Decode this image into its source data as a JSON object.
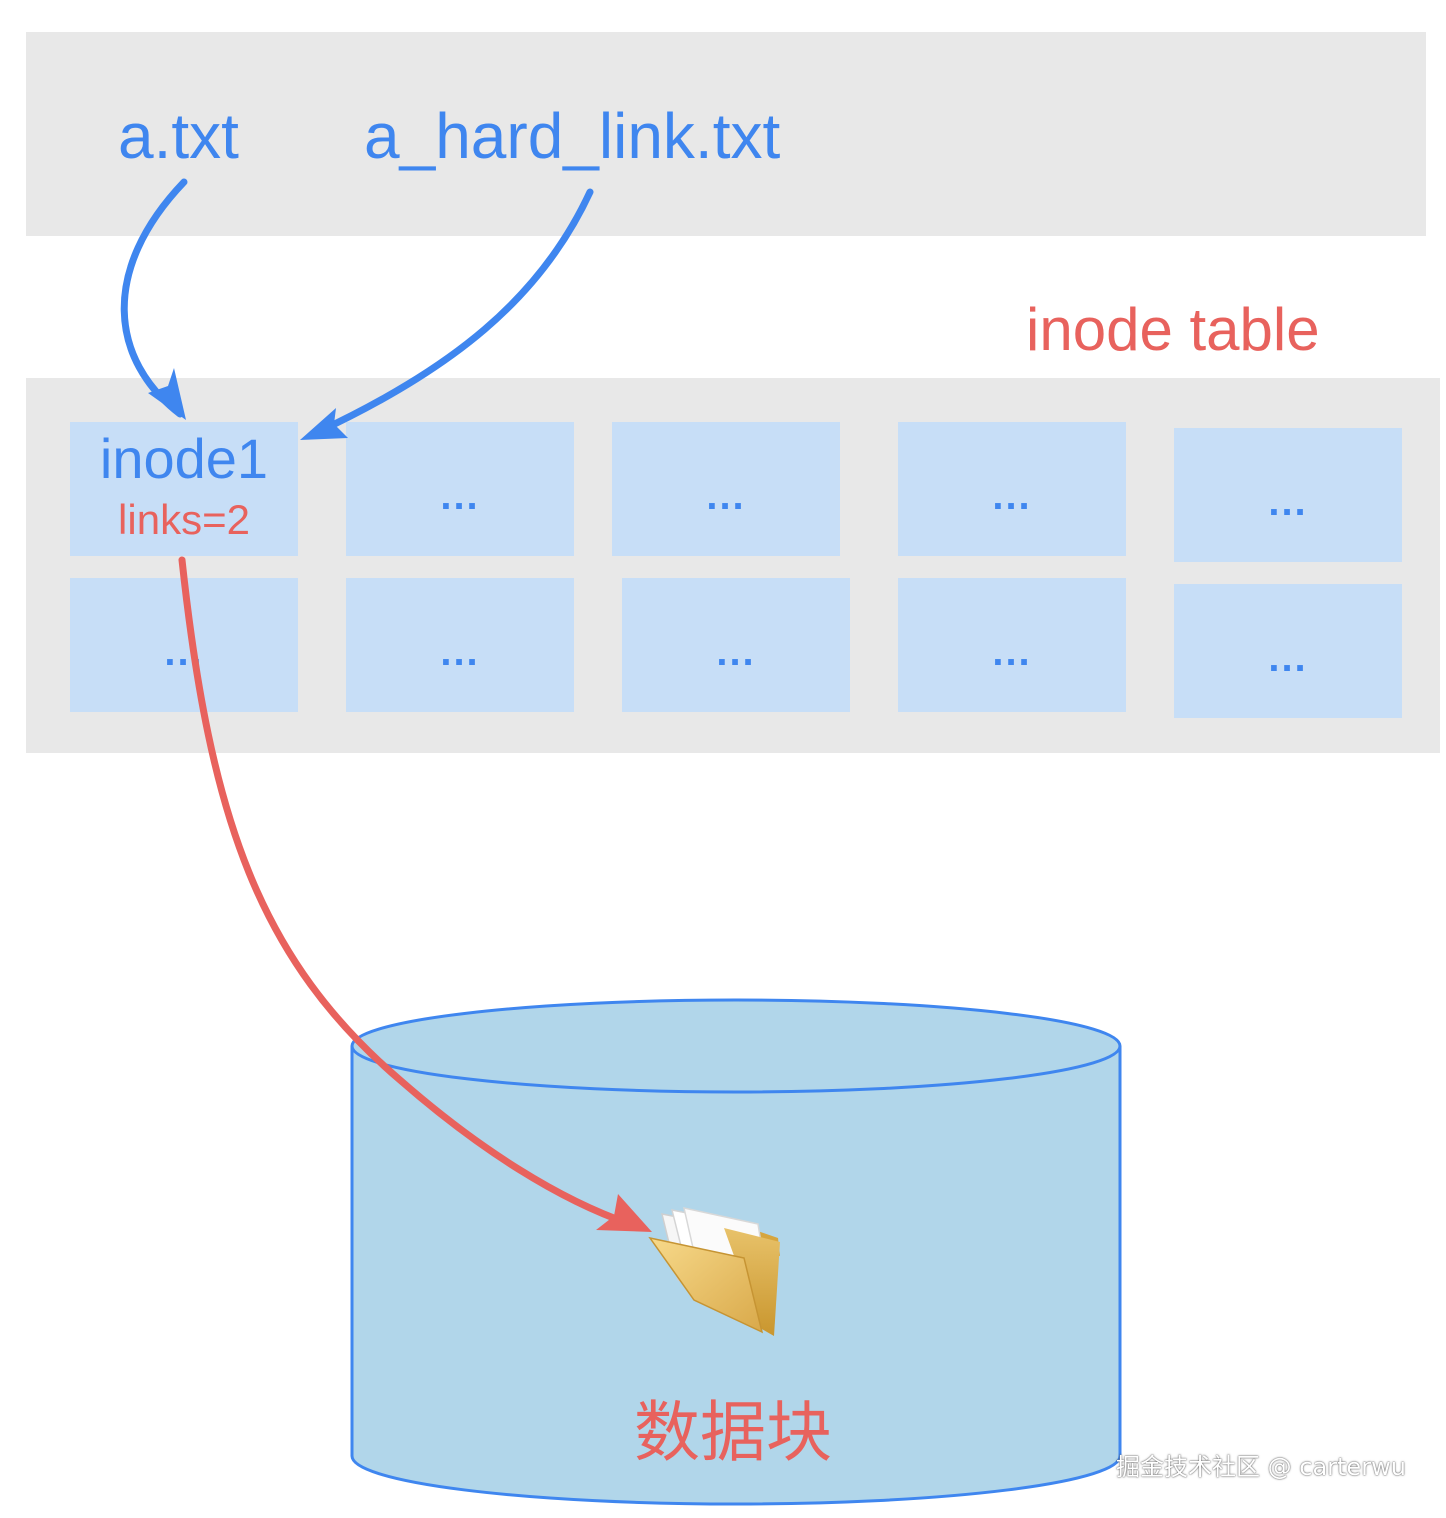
{
  "files": {
    "file_a": "a.txt",
    "file_b": "a_hard_link.txt"
  },
  "inode_table": {
    "label": "inode table",
    "inode1": {
      "name": "inode1",
      "links": "links=2"
    },
    "placeholder": "..."
  },
  "data_block": {
    "label": "数据块",
    "icon": "folder-icon"
  },
  "watermark": "掘金技术社区 @ carterwu",
  "colors": {
    "blue": "#3f86ef",
    "red": "#e8625d",
    "band_gray": "#e8e8e8",
    "cell_blue": "#c7def7",
    "cylinder_fill": "#b1d6ea",
    "cylinder_stroke": "#3f86ef"
  }
}
